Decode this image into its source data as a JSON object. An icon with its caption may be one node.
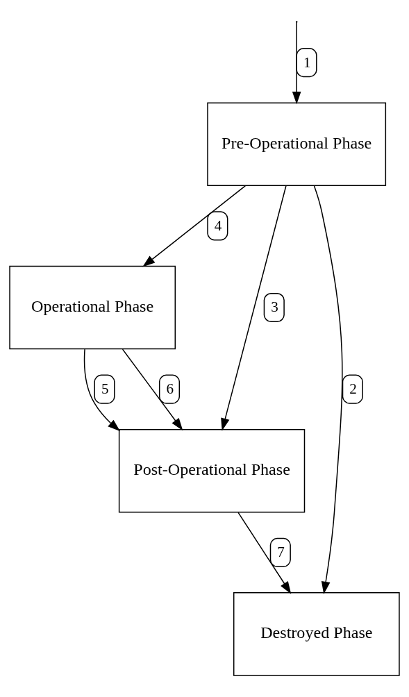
{
  "diagram": {
    "nodes": [
      {
        "text": [
          "Pre-Operational Phase"
        ]
      },
      {
        "text": [
          "Operational Phase"
        ]
      },
      {
        "text": [
          "Post-Operational Phase"
        ]
      },
      {
        "text": [
          "Destroyed Phase"
        ]
      }
    ],
    "edges": [
      {
        "from": null,
        "to": 0,
        "arrow": "to",
        "label": "1"
      },
      {
        "from": 0,
        "to": 3,
        "arrow": "to",
        "label": "2"
      },
      {
        "from": 0,
        "to": 2,
        "arrow": "to",
        "label": "3"
      },
      {
        "from": 0,
        "to": 1,
        "arrow": "to",
        "label": "4"
      },
      {
        "from": 1,
        "to": 2,
        "arrow": "to",
        "label": "5"
      },
      {
        "from": 1,
        "to": 2,
        "arrow": "to",
        "label": "6"
      },
      {
        "from": 2,
        "to": 3,
        "arrow": "to",
        "label": "7"
      }
    ]
  }
}
